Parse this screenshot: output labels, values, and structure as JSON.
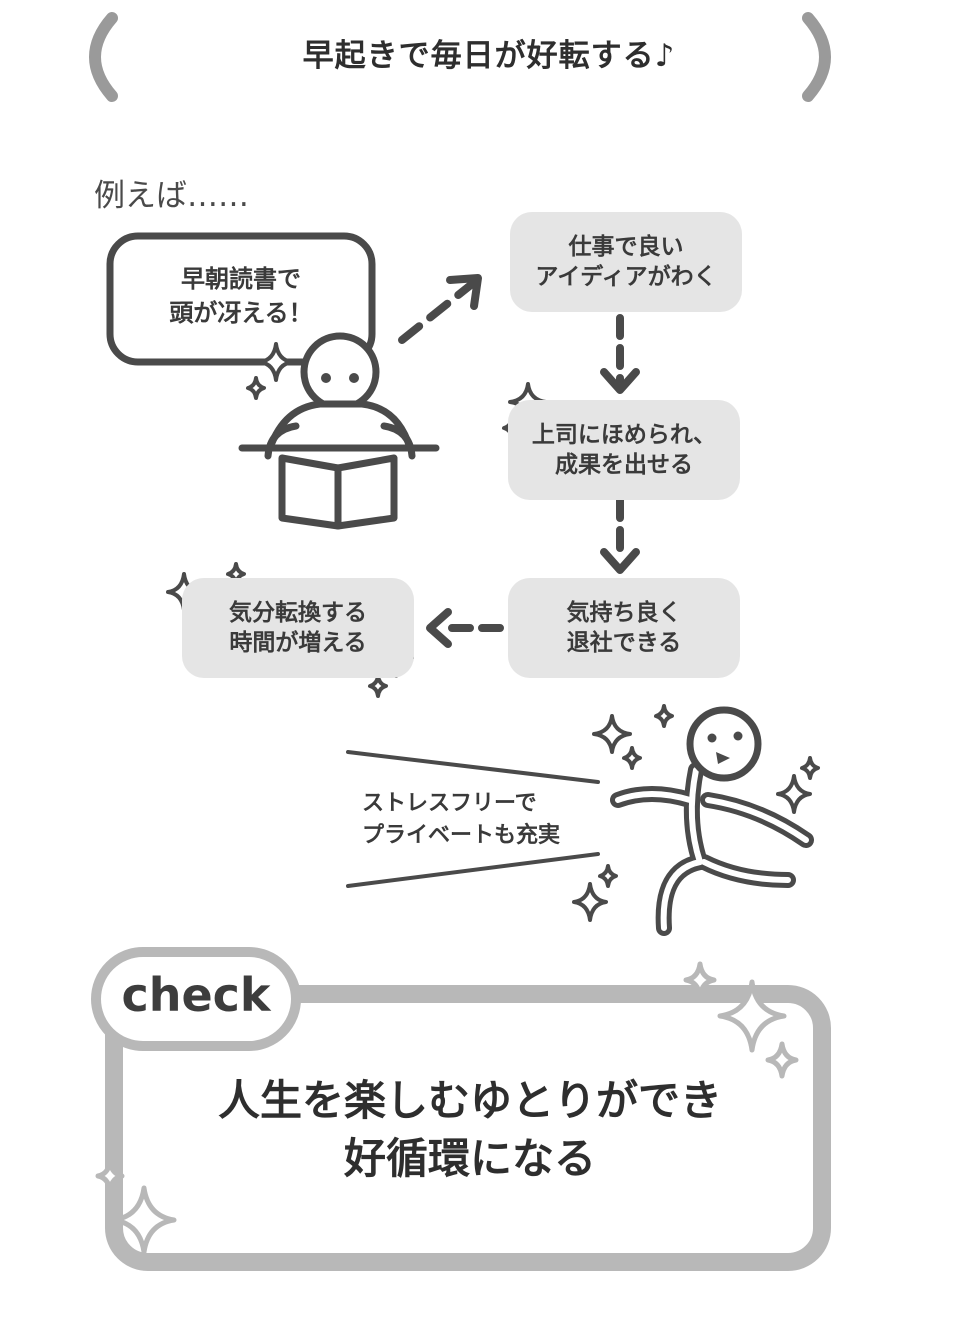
{
  "header": {
    "title": "早起きで毎日が好転する♪"
  },
  "example_label": "例えば……",
  "bubble": {
    "text": "早朝読書で\n頭が冴える！"
  },
  "flow": [
    {
      "text": "仕事で良い\nアイディアがわく"
    },
    {
      "text": "上司にほめられ、\n成果を出せる"
    },
    {
      "text": "気持ち良く\n退社できる"
    },
    {
      "text": "気分転換する\n時間が増える"
    }
  ],
  "stress_text": "ストレスフリーで\nプライベートも充実",
  "check": {
    "label": "check",
    "message": "人生を楽しむゆとりができ\n好循環になる"
  },
  "colors": {
    "stroke": "#4a4a4a",
    "box": "#e5e5e5",
    "frame": "#b8b8b8"
  }
}
